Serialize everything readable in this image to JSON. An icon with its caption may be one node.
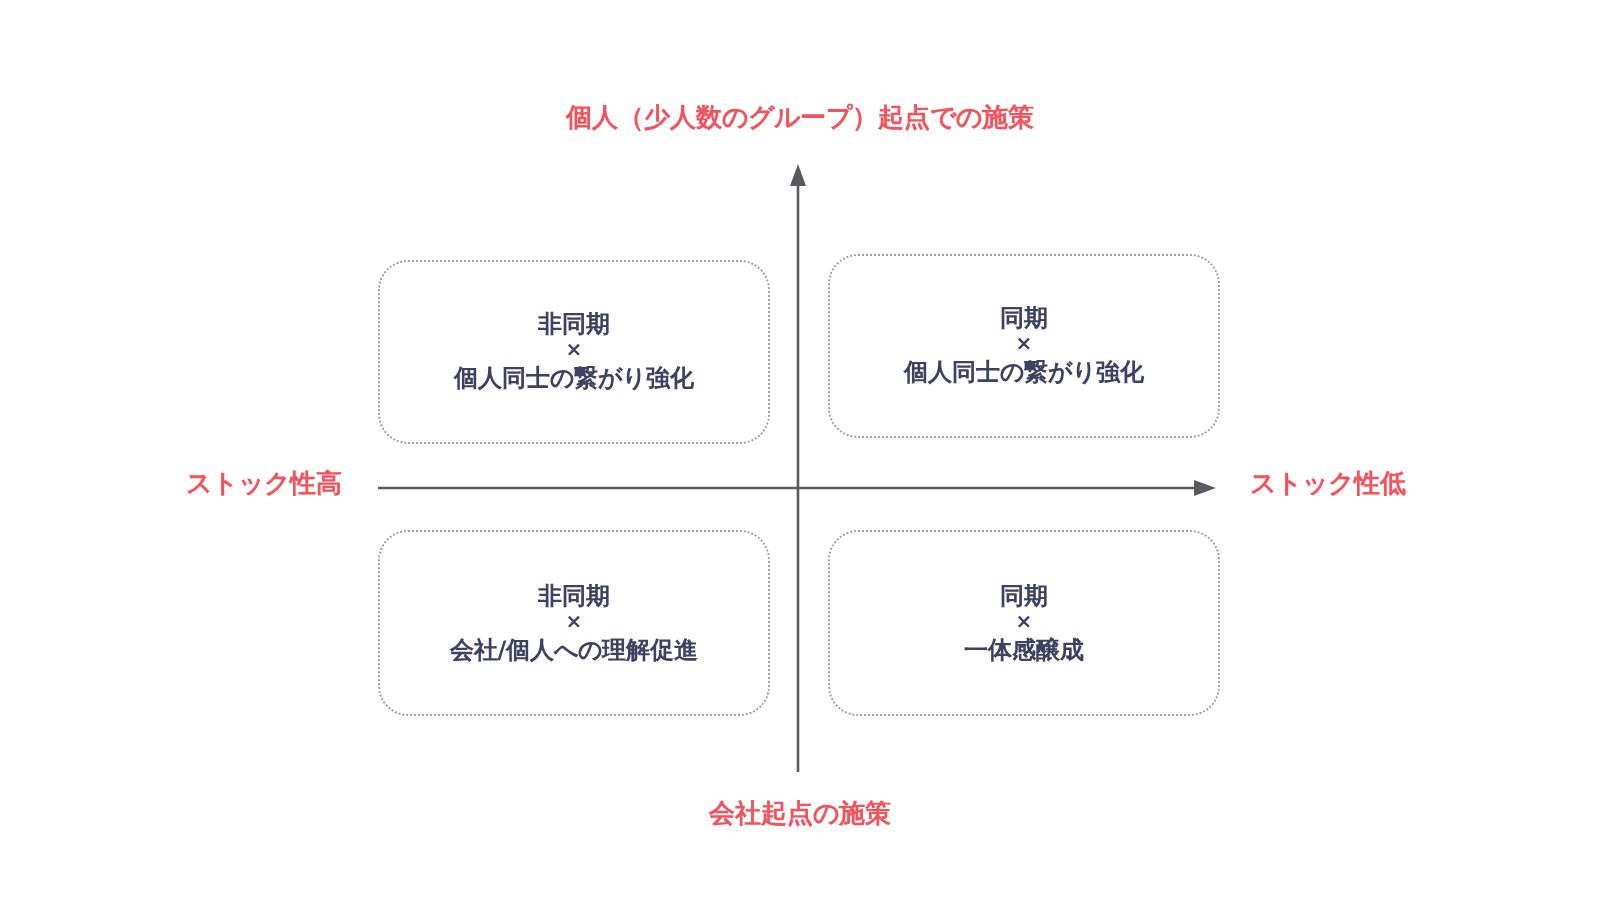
{
  "diagram": {
    "nodes": [
      {
        "text": [
          "非同期",
          "×",
          "個人同士の繋がり強化"
        ]
      },
      {
        "text": [
          "同期",
          "×",
          "個人同士の繋がり強化"
        ]
      },
      {
        "text": [
          "非同期",
          "×",
          "会社/個人への理解促進"
        ]
      },
      {
        "text": [
          "同期",
          "×",
          "一体感醸成"
        ]
      }
    ],
    "labels": [
      "個人（少人数のグループ）起点での施策",
      "ストック性高",
      "ストック性低",
      "会社起点の施策"
    ]
  }
}
